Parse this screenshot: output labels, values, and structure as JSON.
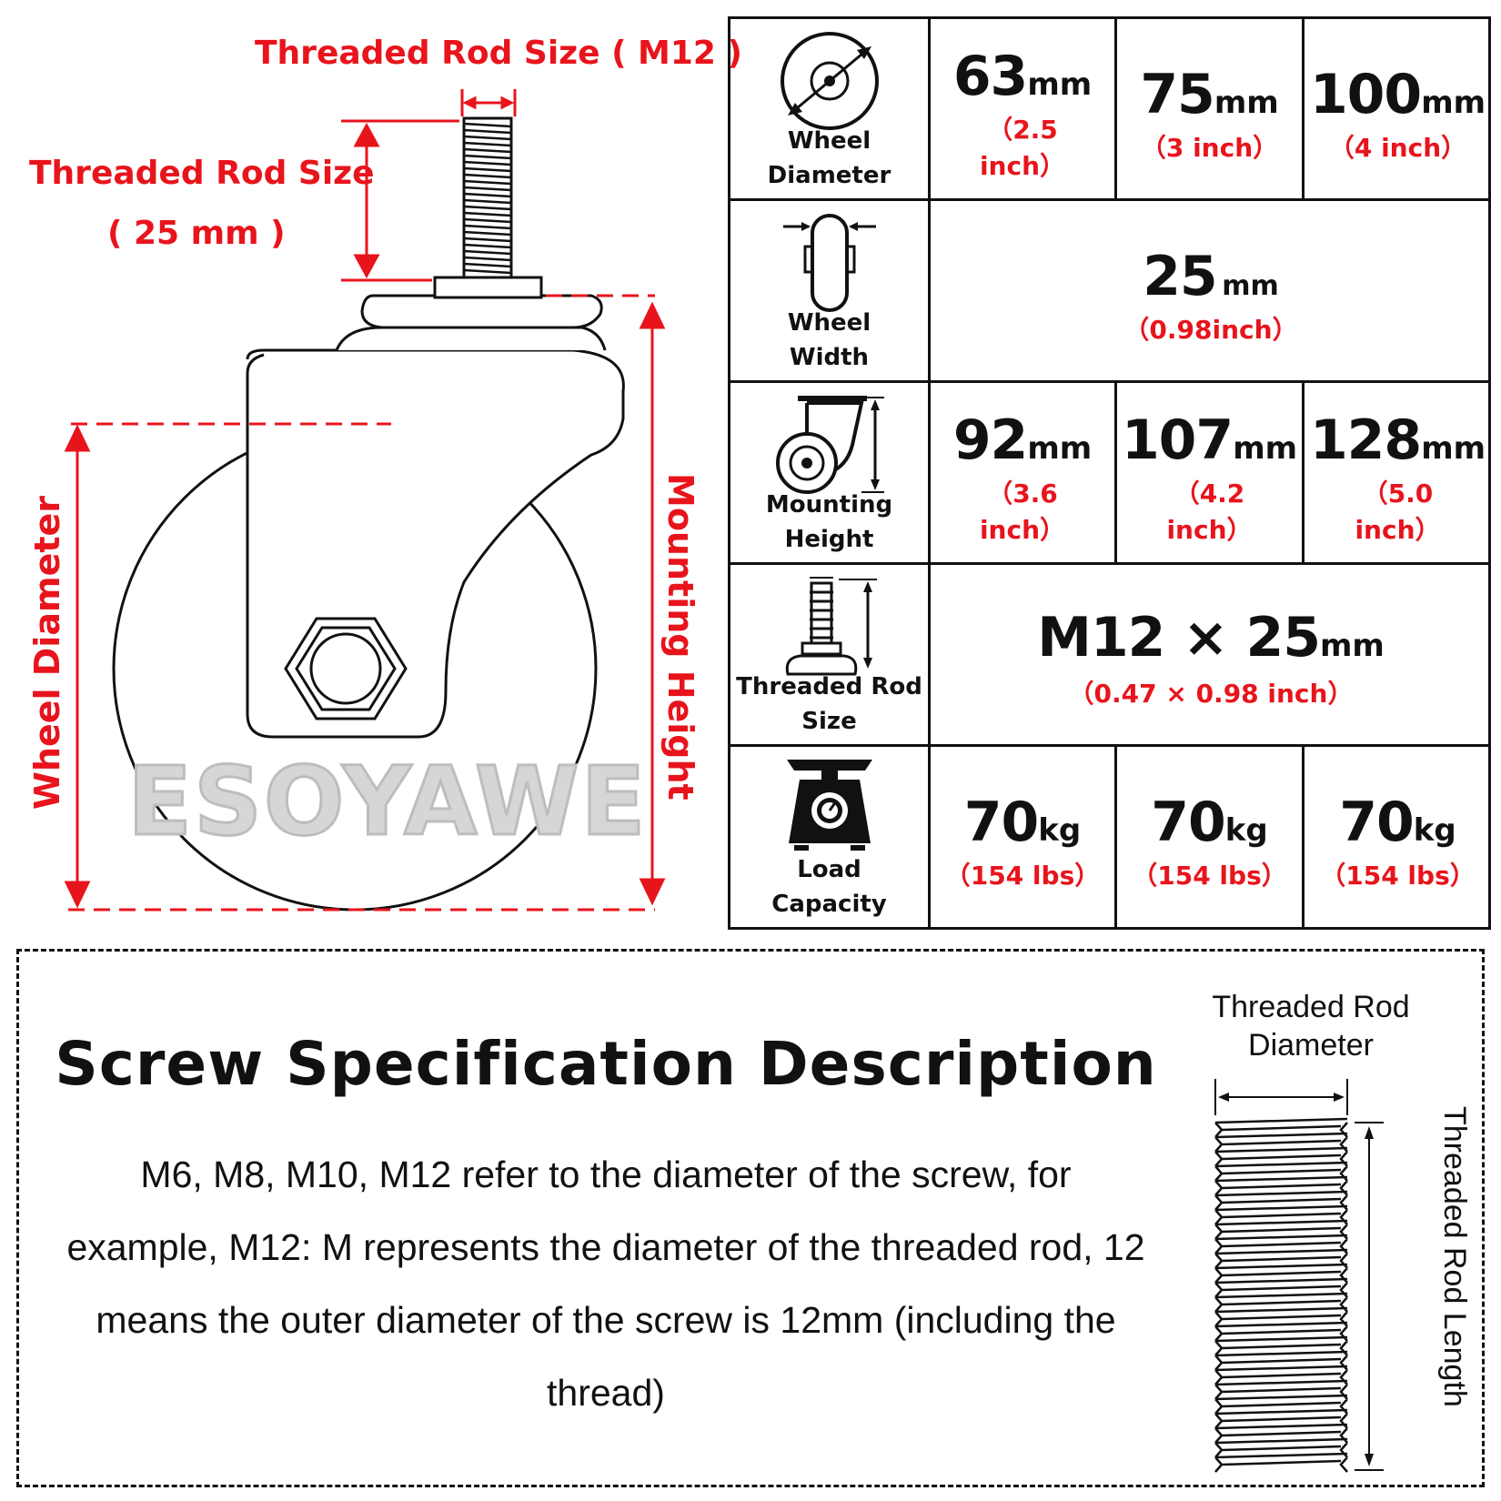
{
  "diagram": {
    "rod_size_top": "Threaded Rod Size ( M12 )",
    "rod_size_left_line1": "Threaded Rod Size",
    "rod_size_left_line2": "( 25 mm )",
    "wheel_diameter": "Wheel Diameter",
    "mounting_height": "Mounting Height",
    "watermark": "ESOYAWE",
    "accent_color": "#e8141c"
  },
  "specs": {
    "wheel_diameter": {
      "label": "Wheel\nDiameter",
      "icon": "wheel-diameter-icon",
      "values": [
        {
          "num": "63",
          "unit": "mm",
          "sub": "（2.5\ninch）"
        },
        {
          "num": "75",
          "unit": "mm",
          "sub": "（3 inch）"
        },
        {
          "num": "100",
          "unit": "mm",
          "sub": "（4 inch）"
        }
      ]
    },
    "wheel_width": {
      "label": "Wheel\nWidth",
      "icon": "wheel-width-icon",
      "num": "25",
      "unit": "mm",
      "sub": "（0.98inch）"
    },
    "mounting_height": {
      "label": "Mounting\nHeight",
      "icon": "caster-height-icon",
      "values": [
        {
          "num": "92",
          "unit": "mm",
          "sub": "（3.6\ninch）"
        },
        {
          "num": "107",
          "unit": "mm",
          "sub": "（4.2\ninch）"
        },
        {
          "num": "128",
          "unit": "mm",
          "sub": "（5.0\ninch）"
        }
      ]
    },
    "threaded_rod": {
      "label": "Threaded Rod\nSize",
      "icon": "threaded-rod-icon",
      "num": "M12 × 25",
      "unit": "mm",
      "sub": "（0.47 × 0.98 inch）"
    },
    "load_capacity": {
      "label": "Load\nCapacity",
      "icon": "scale-icon",
      "values": [
        {
          "num": "70",
          "unit": "kg",
          "sub": "（154 lbs）"
        },
        {
          "num": "70",
          "unit": "kg",
          "sub": "（154 lbs）"
        },
        {
          "num": "70",
          "unit": "kg",
          "sub": "（154 lbs）"
        }
      ]
    }
  },
  "screw": {
    "title": "Screw Specification Description",
    "description": "M6, M8, M10, M12 refer to the diameter of the screw, for example, M12: M represents the diameter of the threaded rod, 12 means the outer diameter of the screw is 12mm (including the thread)",
    "rod_diameter_label": "Threaded Rod\nDiameter",
    "rod_length_label": "Threaded Rod Length"
  }
}
